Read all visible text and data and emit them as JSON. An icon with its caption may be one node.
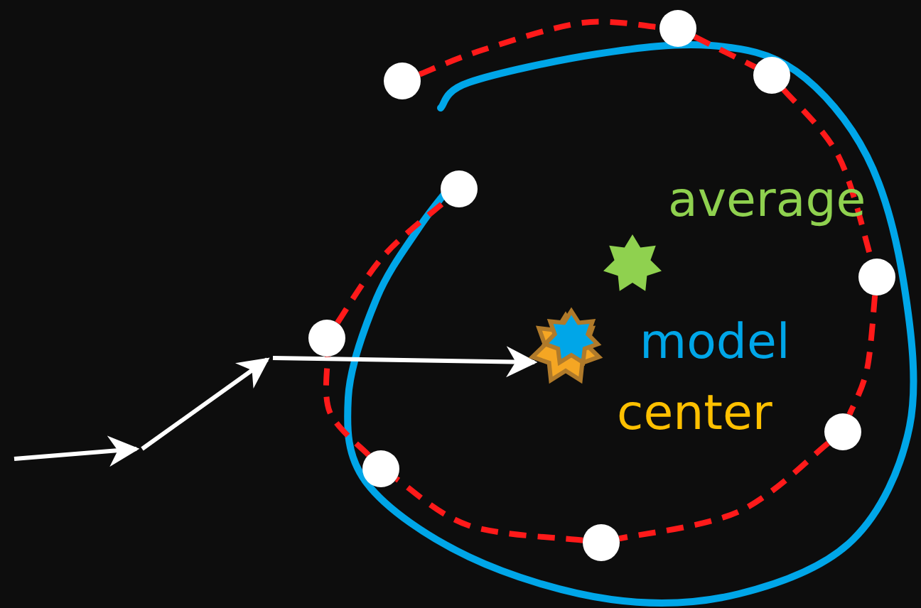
{
  "diagram": {
    "nodes": [
      {
        "text": [],
        "shape": "circle"
      },
      {
        "text": [],
        "shape": "circle"
      },
      {
        "text": [],
        "shape": "circle"
      },
      {
        "text": [],
        "shape": "circle"
      },
      {
        "text": [],
        "shape": "circle"
      },
      {
        "text": [],
        "shape": "circle"
      },
      {
        "text": [],
        "shape": "circle"
      },
      {
        "text": [],
        "shape": "circle"
      },
      {
        "text": [],
        "shape": "circle"
      },
      {
        "text": [],
        "shape": "star",
        "beside": [
          "average"
        ]
      },
      {
        "text": [],
        "shape": "star",
        "beside": [
          "model",
          "center"
        ]
      }
    ],
    "edges": [
      {
        "from": null,
        "to": 10,
        "arrow": "to",
        "color": "#ffffff"
      },
      {
        "from": 2,
        "to": 0,
        "arrow": "none",
        "style": "dashed",
        "color": "#ff1a1a"
      },
      {
        "from": 0,
        "to": 1,
        "arrow": "none",
        "style": "dashed",
        "color": "#ff1a1a"
      },
      {
        "from": 1,
        "to": 4,
        "arrow": "none",
        "style": "dashed",
        "color": "#ff1a1a"
      },
      {
        "from": 4,
        "to": 6,
        "arrow": "none",
        "style": "dashed",
        "color": "#ff1a1a"
      },
      {
        "from": 6,
        "to": 8,
        "arrow": "none",
        "style": "dashed",
        "color": "#ff1a1a"
      },
      {
        "from": 8,
        "to": 7,
        "arrow": "none",
        "style": "dashed",
        "color": "#ff1a1a"
      },
      {
        "from": 7,
        "to": 5,
        "arrow": "none",
        "style": "dashed",
        "color": "#ff1a1a"
      },
      {
        "from": 5,
        "to": 3,
        "arrow": "none",
        "style": "dashed",
        "color": "#ff1a1a"
      }
    ]
  }
}
